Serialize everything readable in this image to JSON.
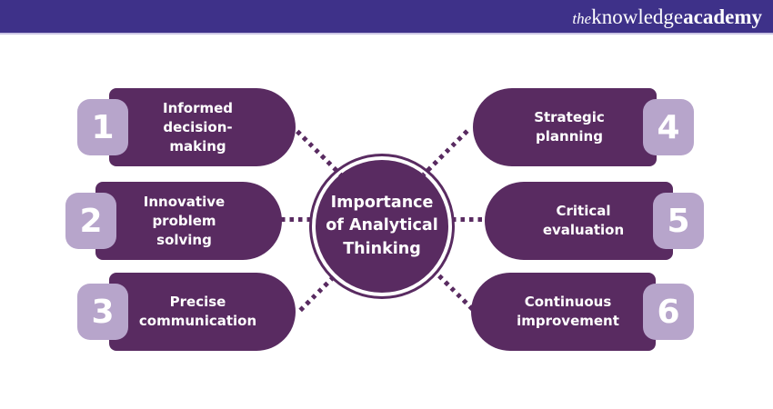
{
  "header": {
    "logo_the": "the",
    "logo_knowledge": "knowledge",
    "logo_academy": "academy"
  },
  "center": {
    "title": "Importance\nof Analytical\nThinking"
  },
  "items": [
    {
      "number": "1",
      "label": "Informed\ndecision-making"
    },
    {
      "number": "2",
      "label": "Innovative\nproblem solving"
    },
    {
      "number": "3",
      "label": "Precise\ncommunication"
    },
    {
      "number": "4",
      "label": "Strategic planning"
    },
    {
      "number": "5",
      "label": "Critical evaluation"
    },
    {
      "number": "6",
      "label": "Continuous\nimprovement"
    }
  ],
  "colors": {
    "header_bg": "#3e3189",
    "pill_bg": "#592b61",
    "badge_bg": "#b7a5cb",
    "text_on_dark": "#ffffff",
    "connector": "#592b61"
  }
}
